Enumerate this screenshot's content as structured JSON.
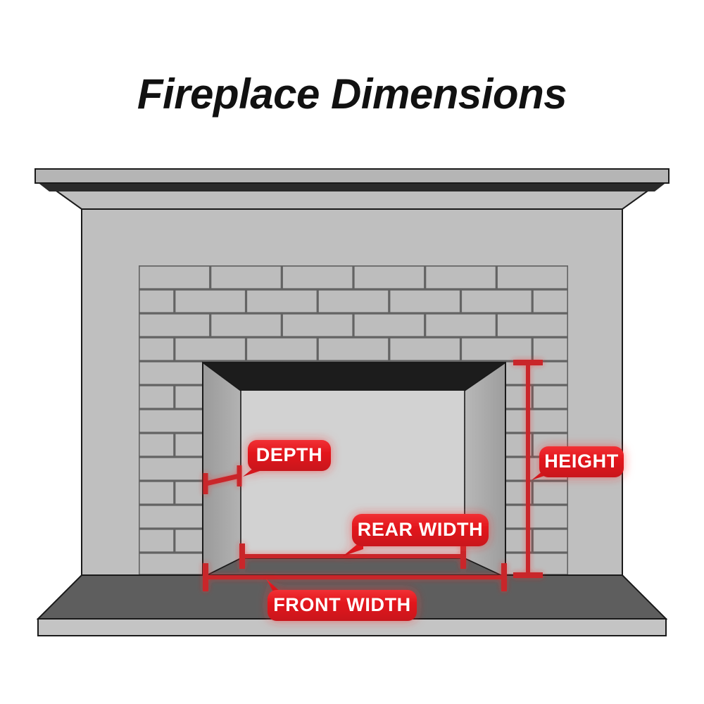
{
  "page": {
    "title": "Fireplace Dimensions",
    "background_color": "#ffffff"
  },
  "colors": {
    "accent_red": "#e81d24",
    "measure_line_red": "#c9252c",
    "surround_gray": "#bfbfbf",
    "brick_fill": "#bdbdbd",
    "mortar_gray": "#636363",
    "firebox_back": "#d2d2d2",
    "firebox_top_black": "#1c1c1c",
    "firebox_side_left": "#a5a5a5",
    "firebox_side_right": "#b0b0b0",
    "firebox_floor": "#5e5e5e",
    "hearth_top": "#5e5e5e",
    "hearth_front": "#c4c4c4",
    "mantel_slab": "#b5b5b5",
    "mantel_shadow": "#2b2b2b",
    "outline": "#1a1a1a",
    "title_color": "#111111",
    "callout_label_color": "#ffffff"
  },
  "diagram": {
    "type": "fireplace-dimension-diagram",
    "subject": "fireplace",
    "parts": [
      {
        "name": "mantel-shelf",
        "label": "mantel shelf"
      },
      {
        "name": "mantel-shadow",
        "label": "mantel underside shadow"
      },
      {
        "name": "chimney-breast",
        "label": "chimney breast surround"
      },
      {
        "name": "brick-panel",
        "label": "brick facing panel"
      },
      {
        "name": "firebox-opening",
        "label": "firebox opening"
      },
      {
        "name": "firebox-top",
        "label": "firebox top / damper"
      },
      {
        "name": "firebox-back-wall",
        "label": "firebox rear wall"
      },
      {
        "name": "firebox-left-wall",
        "label": "firebox left splay wall"
      },
      {
        "name": "firebox-right-wall",
        "label": "firebox right splay wall"
      },
      {
        "name": "firebox-floor",
        "label": "firebox floor"
      },
      {
        "name": "hearth",
        "label": "hearth"
      }
    ],
    "brick_rows": 13,
    "brick_pattern": "running bond"
  },
  "measurements": [
    {
      "id": "depth",
      "label": "DEPTH",
      "orientation": "diagonal",
      "description": "distance from front face of firebox to rear wall along left side wall"
    },
    {
      "id": "height",
      "label": "HEIGHT",
      "orientation": "vertical",
      "description": "vertical distance from top of firebox opening down to the hearth"
    },
    {
      "id": "rear_width",
      "label": "REAR WIDTH",
      "orientation": "horizontal",
      "description": "width of the firebox at the rear wall"
    },
    {
      "id": "front_width",
      "label": "FRONT WIDTH",
      "orientation": "horizontal",
      "description": "width of the firebox opening at the front face"
    }
  ],
  "callouts": {
    "depth": {
      "text": "DEPTH"
    },
    "height": {
      "text": "HEIGHT"
    },
    "rear_width": {
      "text": "REAR WIDTH"
    },
    "front_width": {
      "text": "FRONT WIDTH"
    }
  }
}
